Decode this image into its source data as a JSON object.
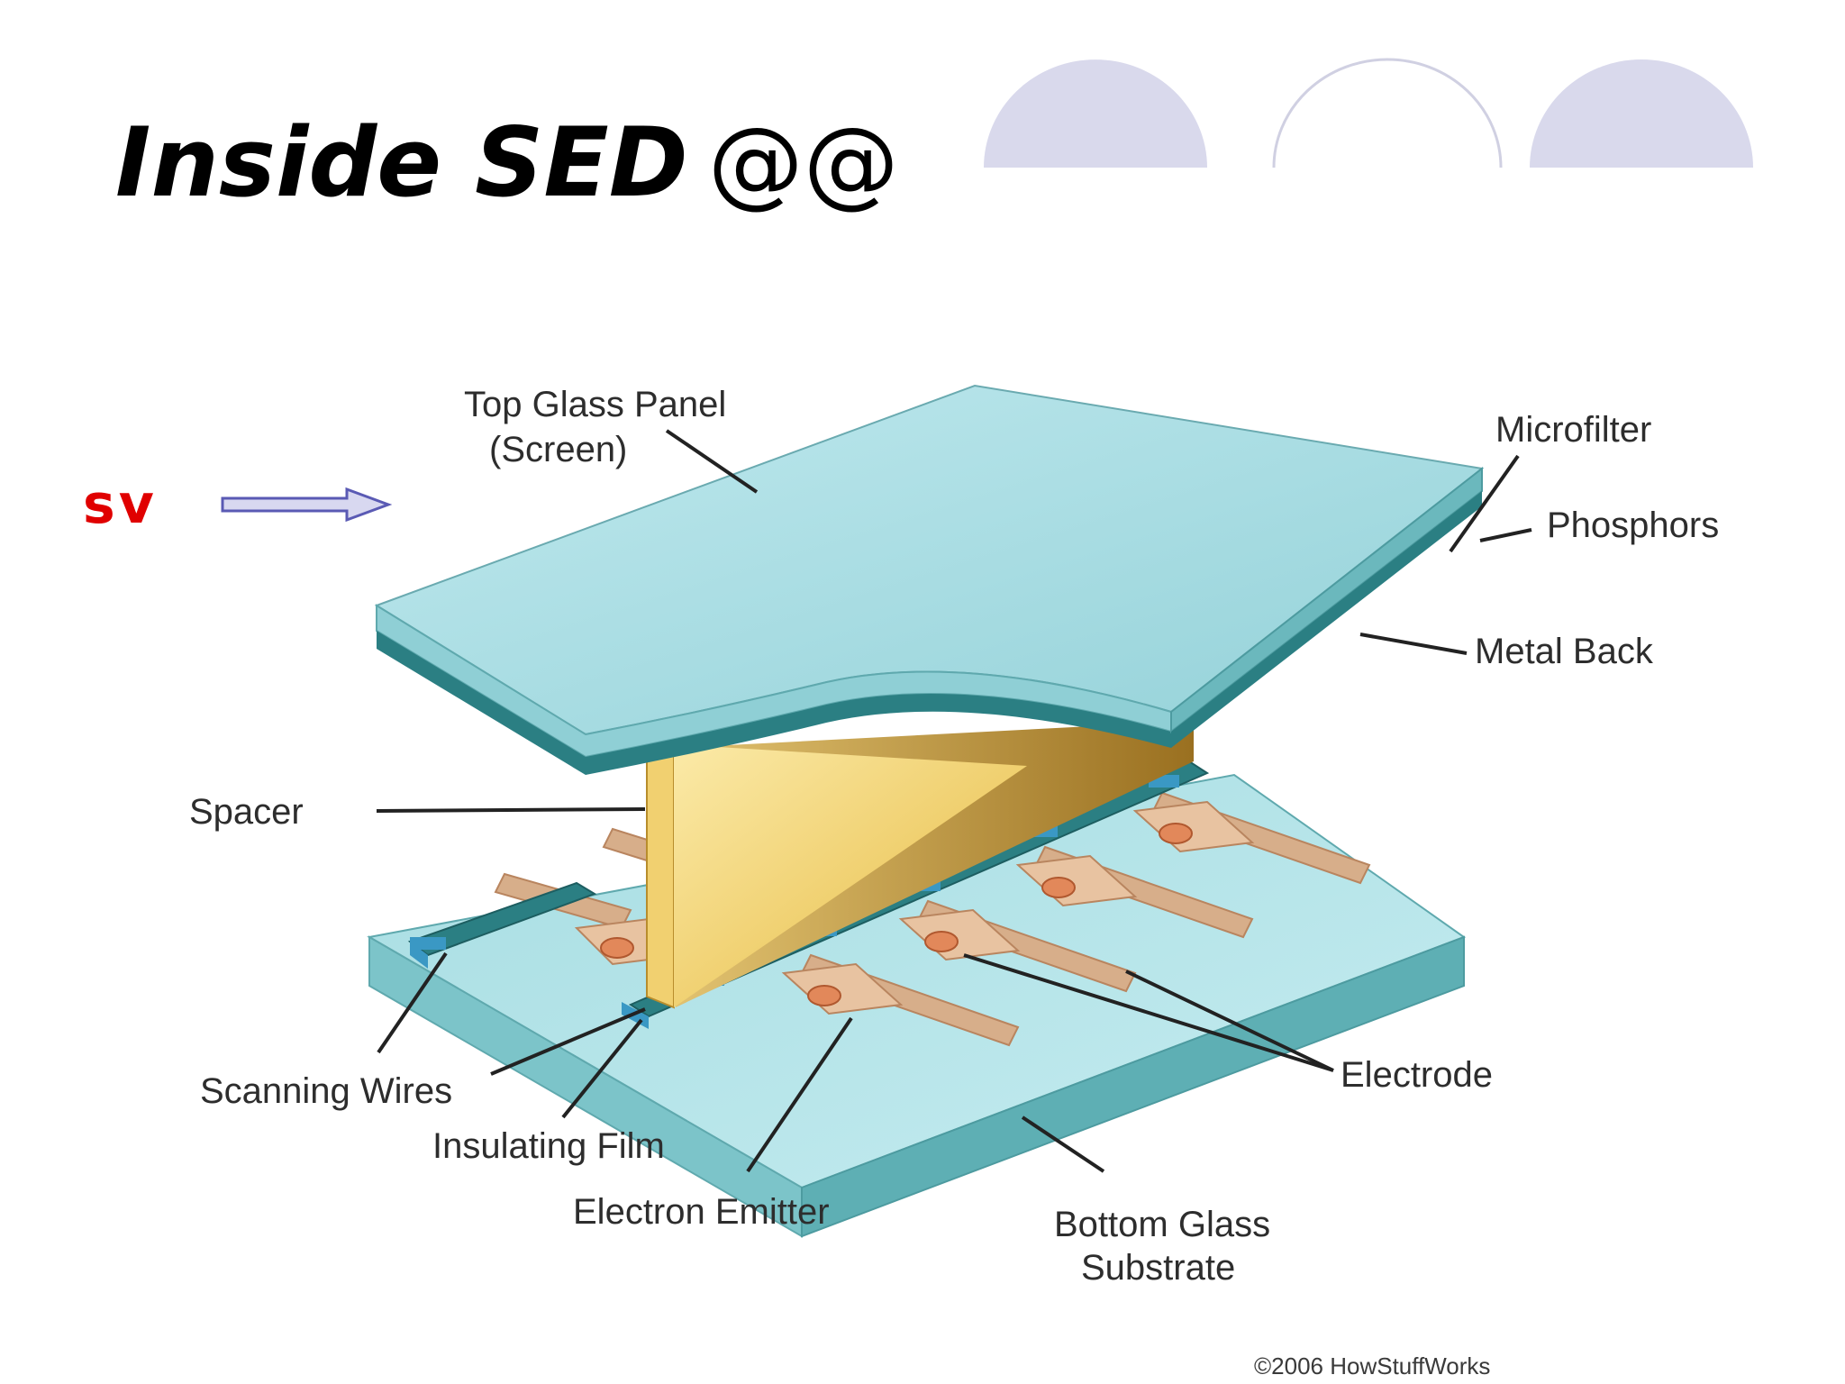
{
  "slide": {
    "title": "Inside SED",
    "title_suffix": "@@",
    "side_label": "sv"
  },
  "labels": {
    "top_glass_1": "Top Glass Panel",
    "top_glass_2": "(Screen)",
    "microfilter": "Microfilter",
    "phosphors": "Phosphors",
    "metal_back": "Metal Back",
    "spacer": "Spacer",
    "electrode": "Electrode",
    "scanning_wires": "Scanning Wires",
    "insulating_film": "Insulating Film",
    "electron_emitter": "Electron Emitter",
    "bottom_glass_1": "Bottom Glass",
    "bottom_glass_2": "Substrate"
  },
  "credit": "©2006 HowStuffWorks",
  "colors": {
    "decor_circle": "#d9d9ec",
    "decor_circle_outline": "#d0d0e2",
    "arrow_fill": "#d8d8f0",
    "arrow_stroke": "#5a5ab4",
    "glass_top": "#a9dde3",
    "glass_side": "#6bb8bd",
    "glass_dark": "#2b7f83",
    "spacer_light": "#f5dd8a",
    "spacer_dark": "#b88d2c",
    "electrode": "#d7ae8a",
    "electrode_dark": "#b9855f",
    "emitter": "#e2885a",
    "wire": "#3a98c4",
    "side_label": "#e00000"
  }
}
